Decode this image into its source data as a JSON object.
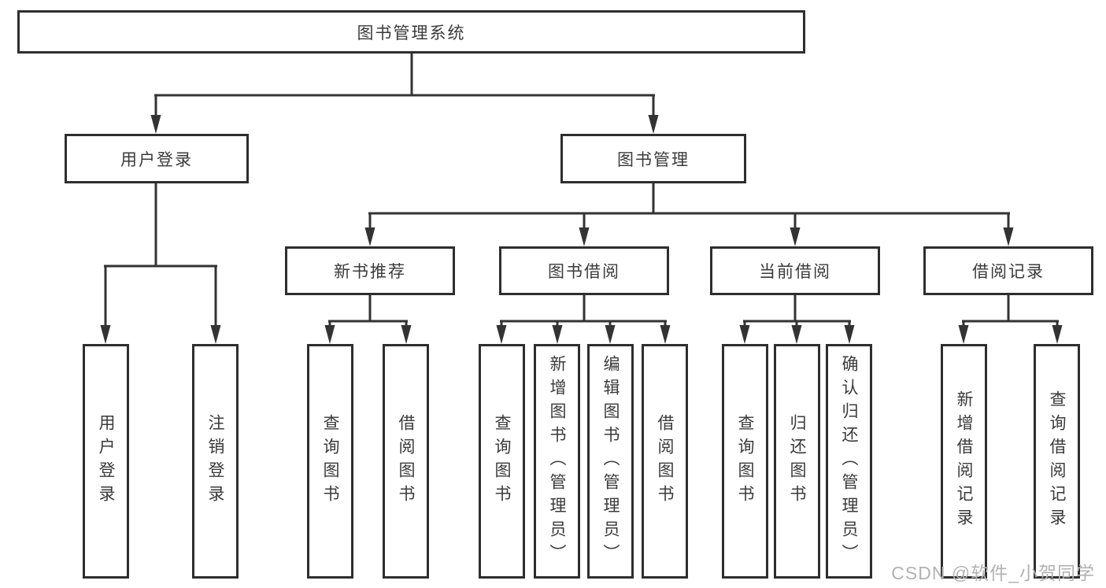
{
  "diagram": {
    "root": "图书管理系统",
    "level2": {
      "user_login": "用户登录",
      "book_management": "图书管理"
    },
    "level3": {
      "new_book_recommend": "新书推荐",
      "book_borrowing": "图书借阅",
      "current_borrowing": "当前借阅",
      "borrowing_records": "借阅记录"
    },
    "leaves": {
      "user_login": [
        "用户登录",
        "注销登录"
      ],
      "new_book_recommend": [
        "查询图书",
        "借阅图书"
      ],
      "book_borrowing": [
        "查询图书",
        "新增图书（管理员）",
        "编辑图书（管理员）",
        "借阅图书"
      ],
      "current_borrowing": [
        "查询图书",
        "归还图书",
        "确认归还（管理员）"
      ],
      "borrowing_records": [
        "新增借阅记录",
        "查询借阅记录"
      ]
    },
    "line_color": "#333333",
    "border_color": "#2e2e2e"
  },
  "watermark": "CSDN @软件_小贺同学"
}
